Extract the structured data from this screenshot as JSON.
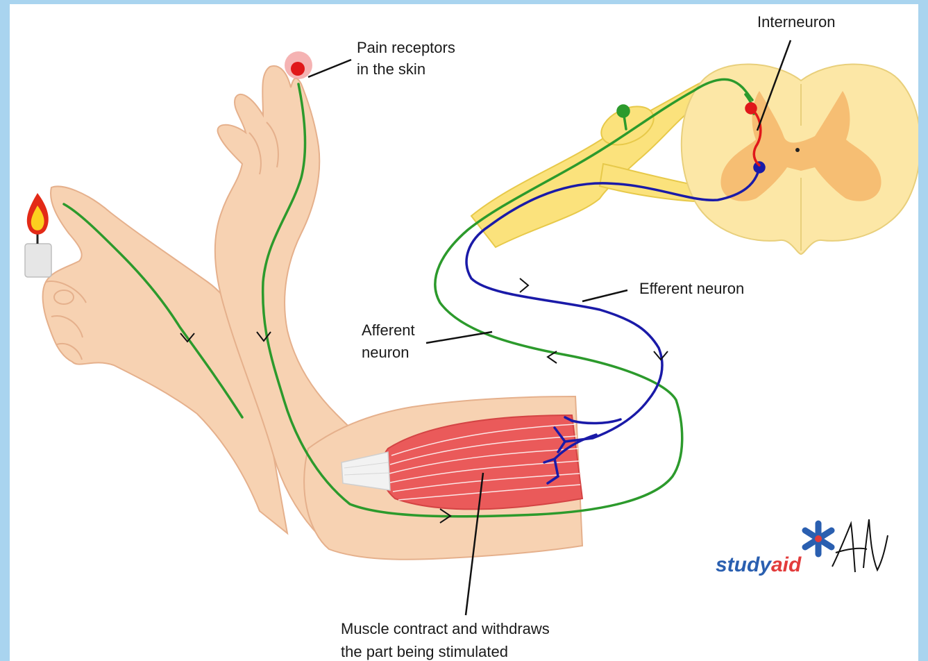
{
  "labels": {
    "pain_line1": "Pain receptors",
    "pain_line2": "in the skin",
    "interneuron": "Interneuron",
    "efferent": "Efferent neuron",
    "afferent_line1": "Afferent",
    "afferent_line2": "neuron",
    "muscle_line1": "Muscle contract and withdraws",
    "muscle_line2": "the part being stimulated"
  },
  "logo": {
    "part1": "study",
    "part2": "aid"
  },
  "icons": [
    "candle-flame-icon",
    "asterisk-logo-icon",
    "signature-mark"
  ],
  "colors": {
    "frame": "#a9d4ef",
    "skin": "#f7d2b2",
    "skin_outline": "#e5b08c",
    "afferent_neuron": "#2c9a2c",
    "efferent_neuron": "#1a1aa8",
    "interneuron": "#e0171a",
    "spinal_cord_white": "#fce7a6",
    "spinal_cord_grey": "#f4b66a",
    "muscle": "#ea5a5a",
    "logo_blue": "#2a5fb0",
    "logo_red": "#e23b3b"
  }
}
